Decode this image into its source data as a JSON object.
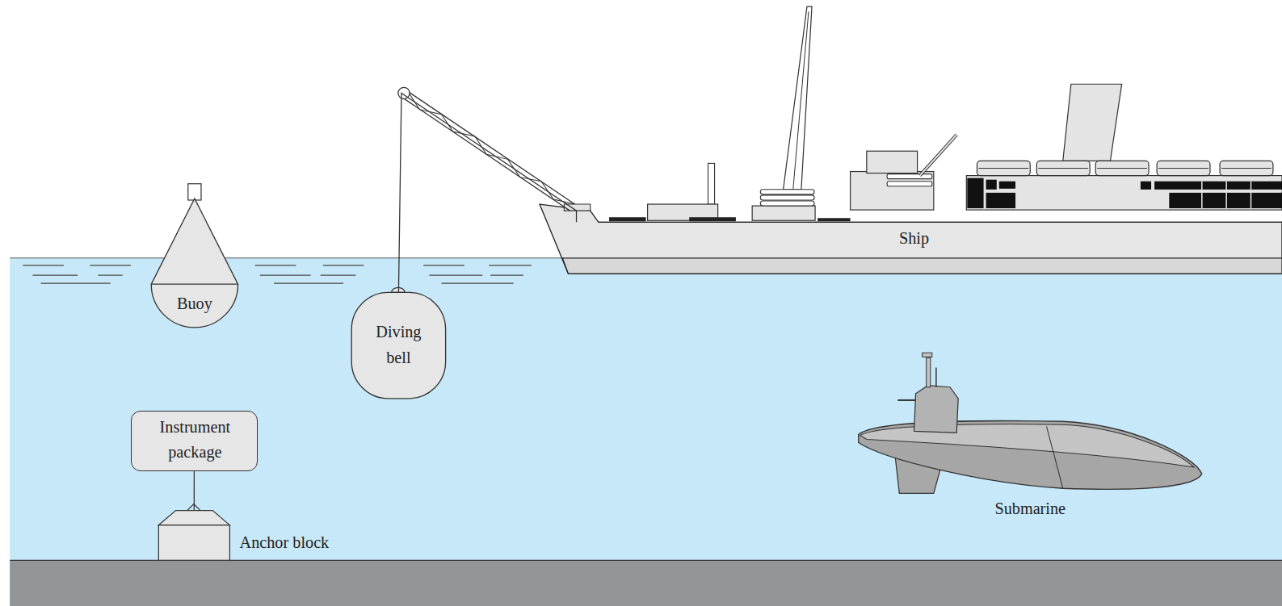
{
  "diagram": {
    "nodes": [
      {
        "text": [
          "Buoy"
        ]
      },
      {
        "text": [
          "Diving bell"
        ]
      },
      {
        "text": [
          "Ship"
        ]
      },
      {
        "text": [
          "Instrument package"
        ]
      },
      {
        "text": [
          "Anchor block"
        ]
      },
      {
        "text": [
          "Submarine"
        ]
      }
    ],
    "edges": [
      {
        "from": 3,
        "to": 4,
        "arrow": "none"
      },
      {
        "from": 2,
        "to": 1,
        "arrow": "none"
      }
    ]
  }
}
